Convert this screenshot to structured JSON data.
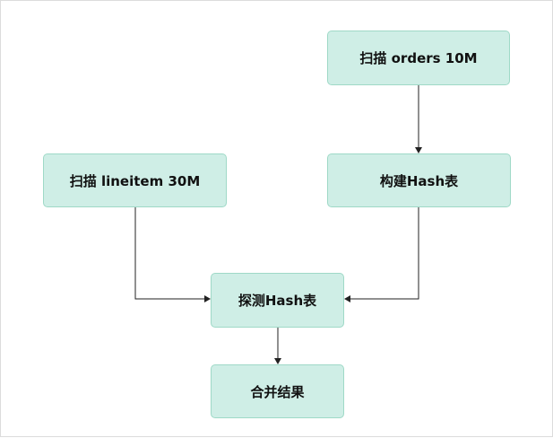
{
  "nodes": {
    "scan_orders": "扫描 orders 10M",
    "build_hash": "构建Hash表",
    "scan_lineitem": "扫描 lineitem 30M",
    "probe_hash": "探测Hash表",
    "merge_result": "合并结果"
  },
  "colors": {
    "node_fill": "#cfeee6",
    "node_border": "#9fd9c7",
    "edge": "#222222"
  },
  "edges": [
    {
      "from": "scan_orders",
      "to": "build_hash"
    },
    {
      "from": "build_hash",
      "to": "probe_hash"
    },
    {
      "from": "scan_lineitem",
      "to": "probe_hash"
    },
    {
      "from": "probe_hash",
      "to": "merge_result"
    }
  ]
}
